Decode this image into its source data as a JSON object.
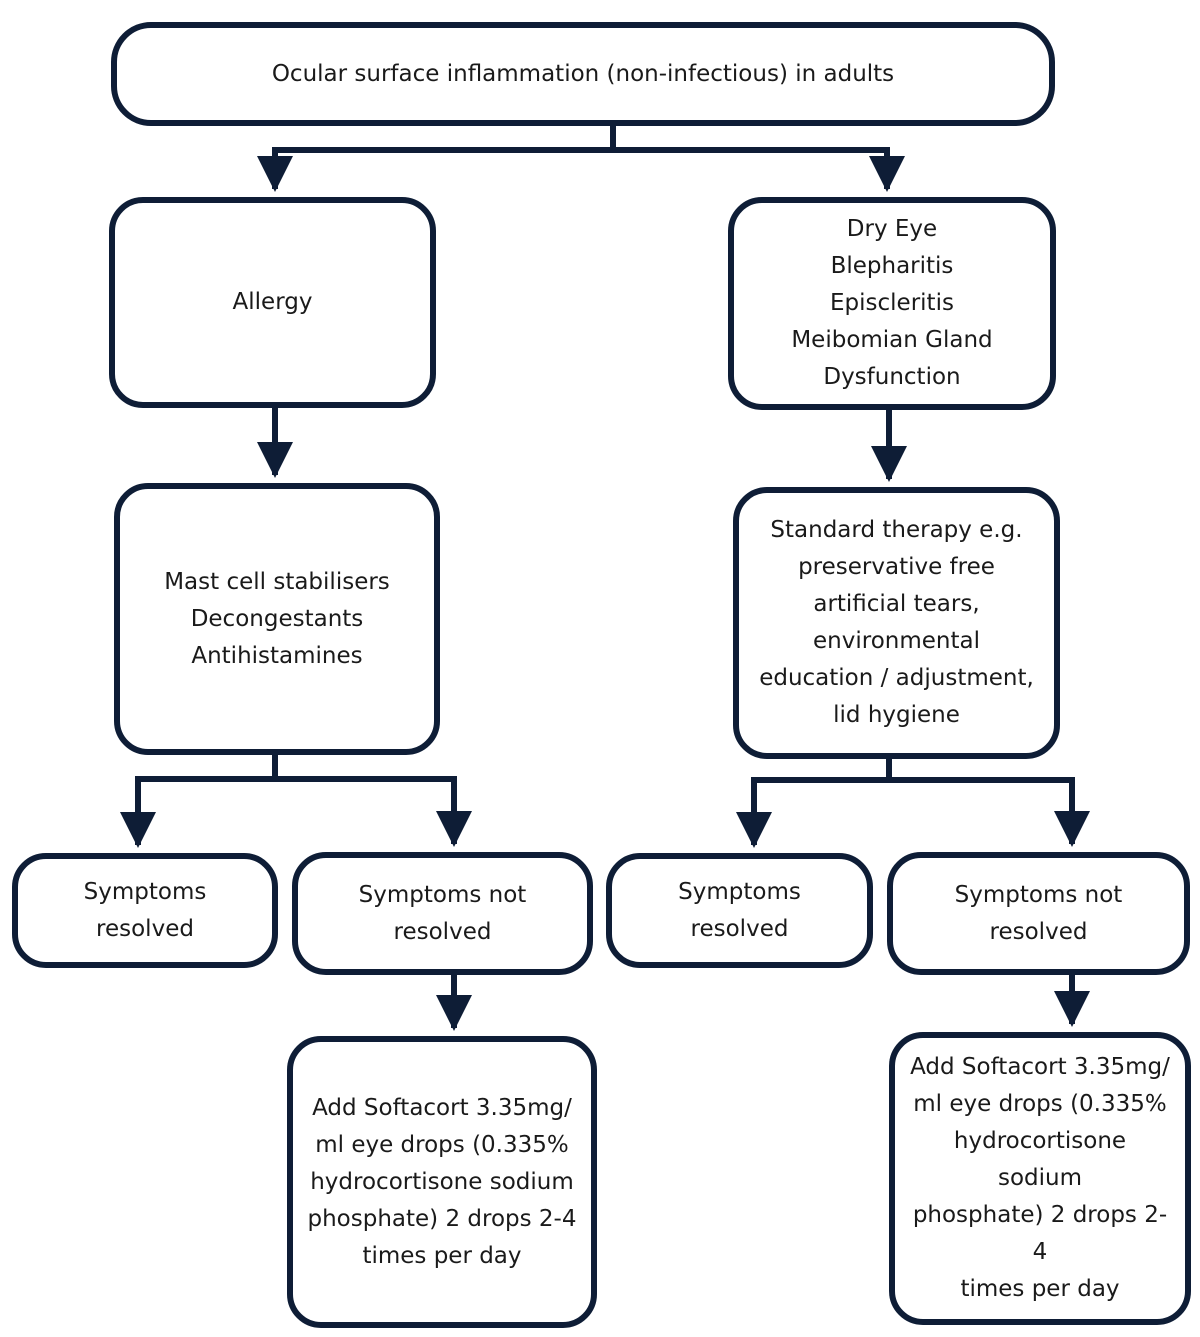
{
  "colors": {
    "stroke": "#0e1d36",
    "background": "#ffffff",
    "text": "#1a1a1a"
  },
  "nodes": {
    "root": "Ocular surface inflammation (non-infectious) in adults",
    "allergy": "Allergy",
    "dry_eye": "Dry Eye\nBlepharitis\nEpiscleritis\nMeibomian Gland\nDysfunction",
    "mast": "Mast cell stabilisers\nDecongestants\nAntihistamines",
    "standard": "Standard therapy e.g.\npreservative free\nartificial tears,\nenvironmental\neducation / adjustment,\nlid hygiene",
    "left_resolved": "Symptoms resolved",
    "left_not_resolved": "Symptoms not\nresolved",
    "right_resolved": "Symptoms resolved",
    "right_not_resolved": "Symptoms not\nresolved",
    "left_softacort": "Add Softacort 3.35mg/\nml eye drops (0.335%\nhydrocortisone sodium\nphosphate) 2 drops 2-4\ntimes per day",
    "right_softacort": "Add Softacort 3.35mg/\nml eye drops (0.335%\nhydrocortisone sodium\nphosphate) 2 drops 2-4\ntimes per day"
  }
}
